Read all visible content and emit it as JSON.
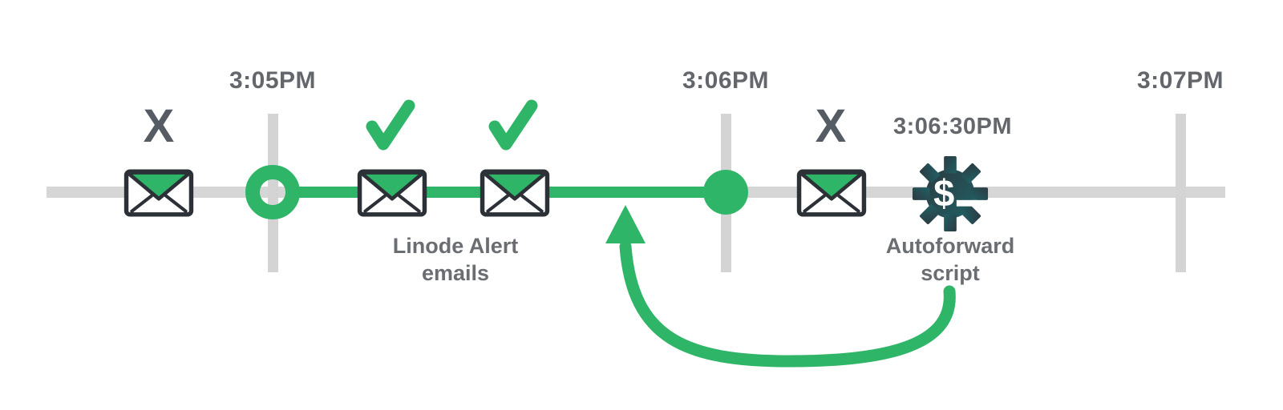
{
  "colors": {
    "green": "#2fb567",
    "line_gray": "#d6d6d6",
    "tick_gray": "#d4d4d4",
    "time_text": "#63676c",
    "caption_text": "#6a6e72",
    "x_text": "#565c63",
    "envelope_outline": "#2b3137",
    "gear_dark": "#2c3a42",
    "gear_teal": "#206064"
  },
  "timeline": {
    "tick_labels": [
      {
        "label": "3:05PM"
      },
      {
        "label": "3:06PM"
      },
      {
        "label": "3:07PM"
      }
    ],
    "sub_tick_label": "3:06:30PM"
  },
  "marks": {
    "failed_before": "X",
    "failed_after": "X"
  },
  "captions": {
    "emails_line1": "Linode Alert",
    "emails_line2": "emails",
    "script_line1": "Autoforward",
    "script_line2": "script"
  },
  "gear": {
    "dollar": "$"
  }
}
